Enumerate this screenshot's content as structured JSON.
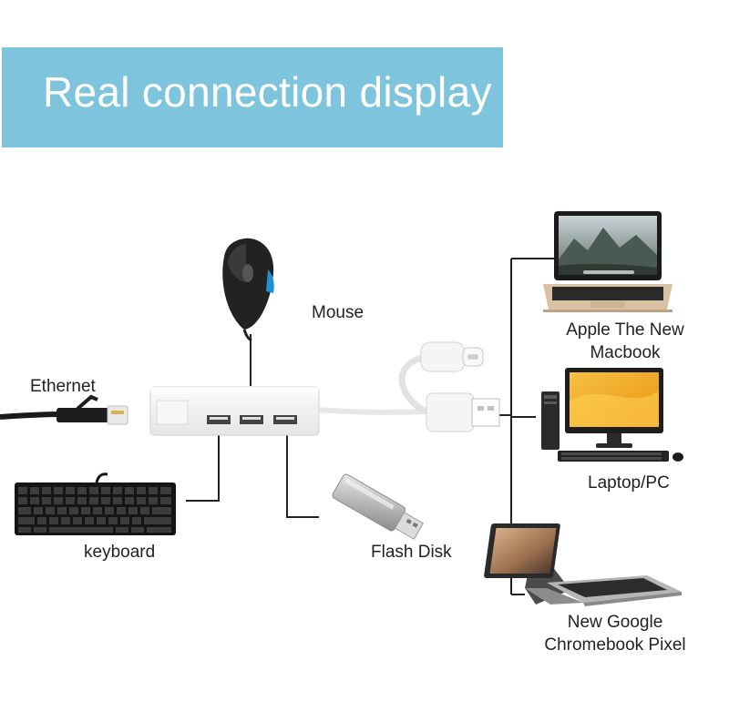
{
  "banner": {
    "title": "Real connection display"
  },
  "labels": {
    "mouse": "Mouse",
    "ethernet": "Ethernet",
    "keyboard": "keyboard",
    "flash_disk": "Flash Disk",
    "macbook_line1": "Apple The New",
    "macbook_line2": "Macbook",
    "laptop_pc": "Laptop/PC",
    "chromebook_line1": "New Google",
    "chromebook_line2": "Chromebook Pixel"
  },
  "colors": {
    "banner_bg": "#7ec4dd",
    "banner_text": "#ffffff",
    "label_text": "#222222",
    "connector_line": "#222222",
    "hub_body": "#f4f4f4",
    "pc_screen": "#f2a81d"
  },
  "icons": [
    "hub-icon",
    "mouse-icon",
    "ethernet-cable-icon",
    "keyboard-icon",
    "flash-disk-icon",
    "usb-cable-icon",
    "macbook-icon",
    "desktop-pc-icon",
    "chromebook-icon"
  ]
}
